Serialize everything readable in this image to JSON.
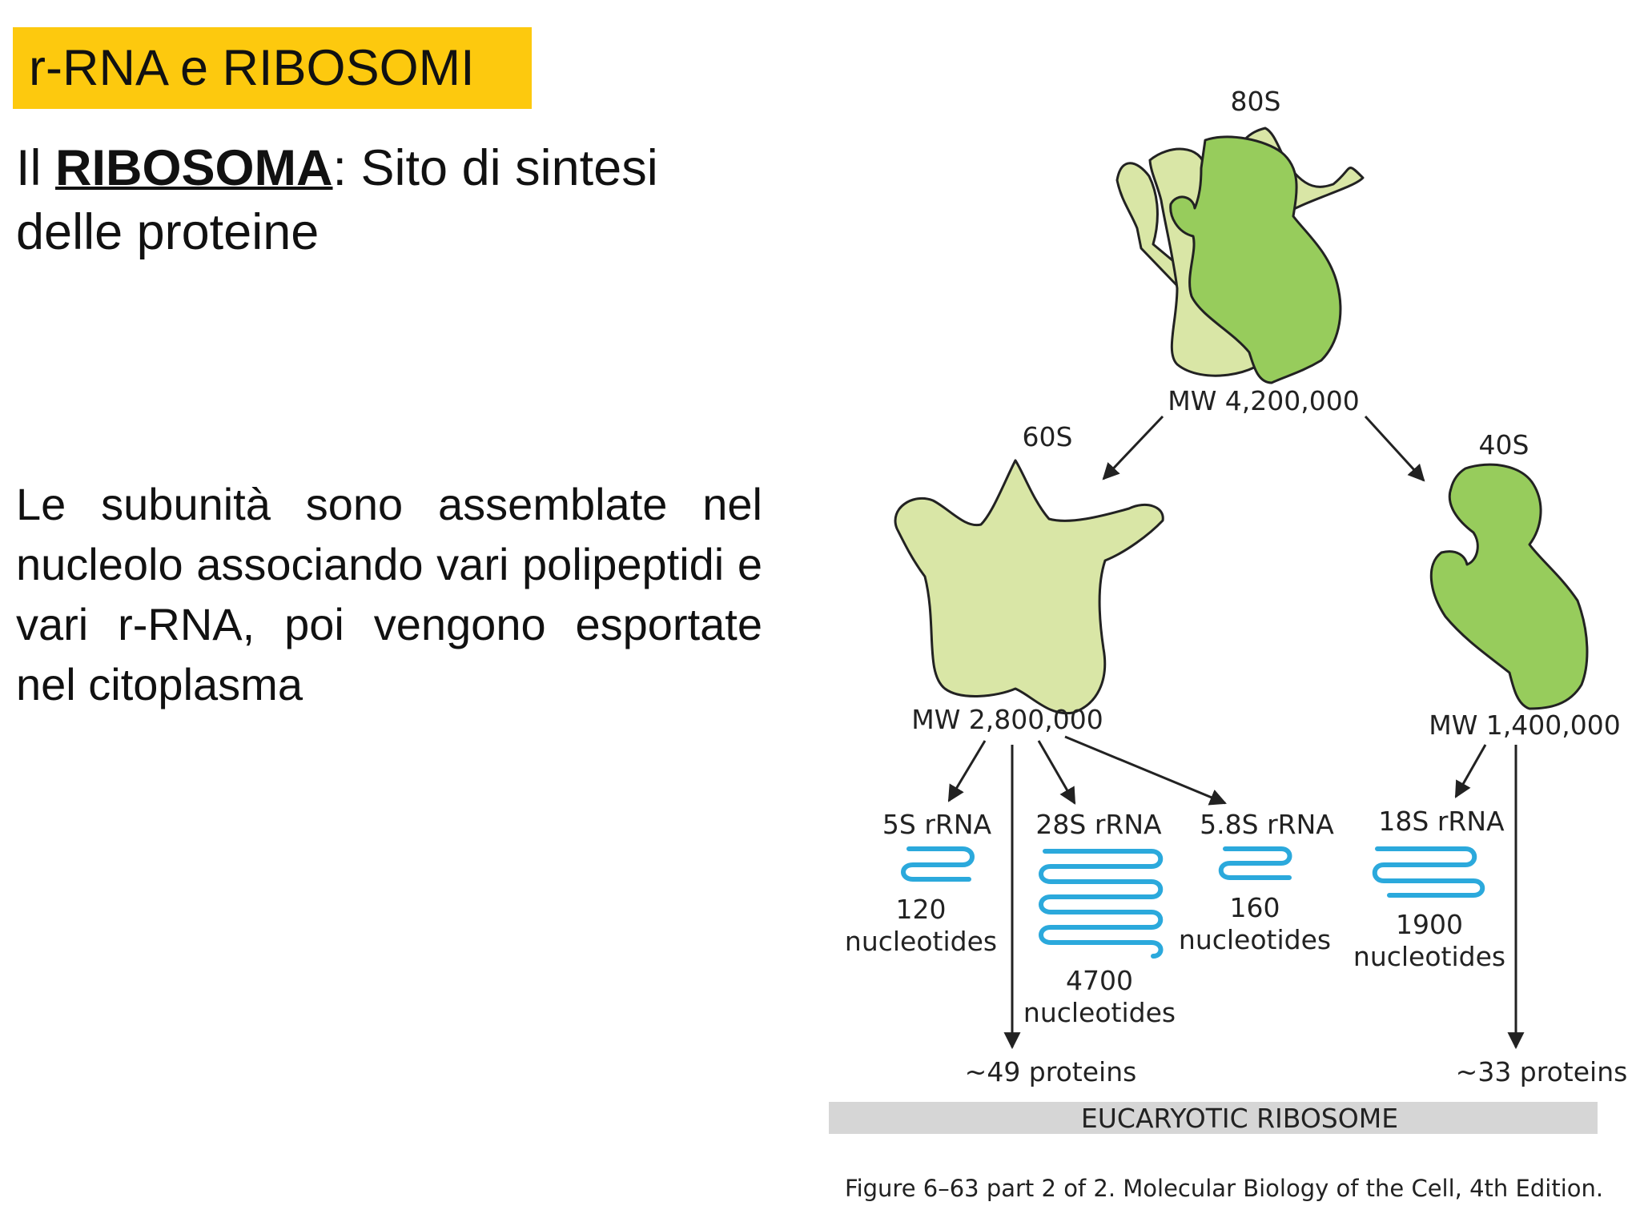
{
  "slide": {
    "title": "r-RNA e RIBOSOMI",
    "subtitle_prefix": "Il ",
    "subtitle_bold": "RIBOSOMA",
    "subtitle_rest": ": Sito di sintesi delle proteine",
    "body": "Le subunità sono assemblate nel nucleolo associando vari polipeptidi e vari r-RNA, poi vengono esportate nel citoplasma"
  },
  "diagram": {
    "ribosome_80s": {
      "label": "80S",
      "mw": "MW 4,200,000"
    },
    "subunit_60s": {
      "label": "60S",
      "mw": "MW 2,800,000"
    },
    "subunit_40s": {
      "label": "40S",
      "mw": "MW 1,400,000"
    },
    "rrna": [
      {
        "name": "5S rRNA",
        "count": "120",
        "unit": "nucleotides"
      },
      {
        "name": "28S rRNA",
        "count": "4700",
        "unit": "nucleotides"
      },
      {
        "name": "5.8S rRNA",
        "count": "160",
        "unit": "nucleotides"
      },
      {
        "name": "18S rRNA",
        "count": "1900",
        "unit": "nucleotides"
      }
    ],
    "proteins_60s": "~49 proteins",
    "proteins_40s": "~33 proteins",
    "banner": "EUCARYOTIC RIBOSOME",
    "caption": "Figure 6–63 part 2 of 2. Molecular Biology of the Cell, 4th Edition.",
    "colors": {
      "light_green": "#d9e6a6",
      "dark_green": "#97cc5c",
      "rna_blue": "#2ba9dc",
      "banner_gray": "#d6d6d6"
    }
  }
}
